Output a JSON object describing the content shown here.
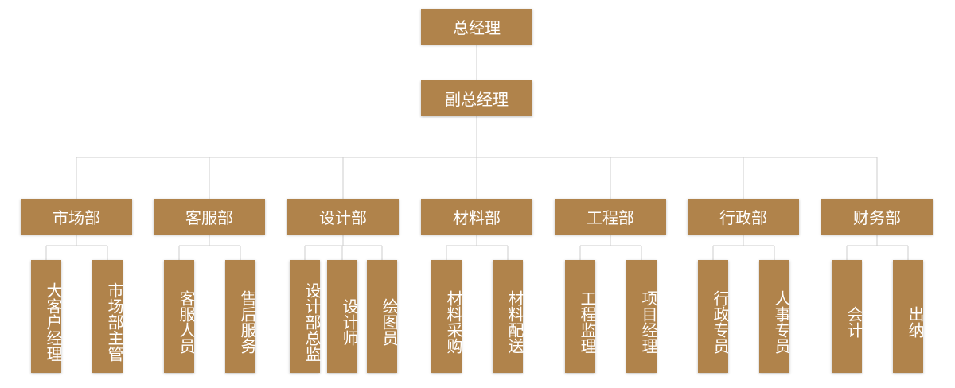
{
  "org": {
    "top": "总经理",
    "deputy": "副总经理",
    "departments": [
      {
        "name": "市场部",
        "roles": [
          "大客户经理",
          "市场部主管"
        ]
      },
      {
        "name": "客服部",
        "roles": [
          "客服人员",
          "售后服务"
        ]
      },
      {
        "name": "设计部",
        "roles": [
          "设计部总监",
          "设计师",
          "绘图员"
        ]
      },
      {
        "name": "材料部",
        "roles": [
          "材料采购",
          "材料配送"
        ]
      },
      {
        "name": "工程部",
        "roles": [
          "工程监理",
          "项目经理"
        ]
      },
      {
        "name": "行政部",
        "roles": [
          "行政专员",
          "人事专员"
        ]
      },
      {
        "name": "财务部",
        "roles": [
          "会计",
          "出纳"
        ]
      }
    ]
  },
  "colors": {
    "box": "#b0834b",
    "line": "#cccccc",
    "text": "#ffffff"
  }
}
